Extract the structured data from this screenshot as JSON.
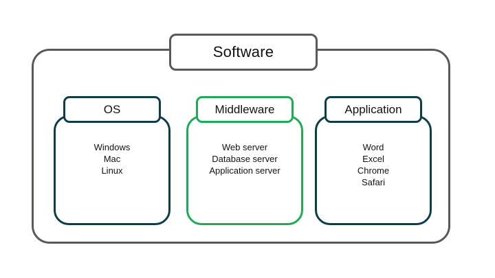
{
  "diagram": {
    "title": "Software",
    "outer_border_color": "#595959",
    "groups": [
      {
        "id": "os",
        "label": "OS",
        "accent_color": "#0d3d47",
        "items": [
          "Windows",
          "Mac",
          "Linux"
        ]
      },
      {
        "id": "middleware",
        "label": "Middleware",
        "accent_color": "#1faa55",
        "items": [
          "Web server",
          "Database server",
          "Application server"
        ]
      },
      {
        "id": "application",
        "label": "Application",
        "accent_color": "#0d3d47",
        "items": [
          "Word",
          "Excel",
          "Chrome",
          "Safari"
        ]
      }
    ]
  }
}
